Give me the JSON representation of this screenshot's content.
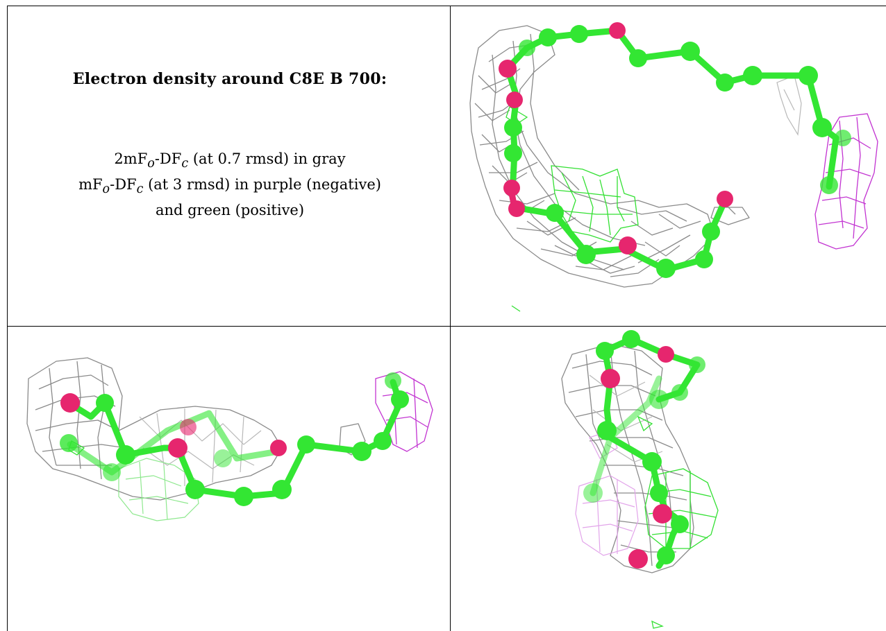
{
  "text_panel": {
    "title": "Electron density around C8E B 700:",
    "line1_prefix": "2mF",
    "line1_sub1": "o",
    "line1_mid": "-DF",
    "line1_sub2": "c",
    "line1_suffix": " (at 0.7 rmsd) in gray",
    "line2_prefix": "mF",
    "line2_sub1": "o",
    "line2_mid": "-DF",
    "line2_sub2": "c",
    "line2_suffix": " (at 3 rmsd) in purple (negative)",
    "line3": "and green (positive)"
  },
  "colors": {
    "carbon": "#33e633",
    "oxygen": "#e6266e",
    "density_2fofc": "#8a8a8a",
    "difference_negative": "#c233d1",
    "difference_positive": "#33e033"
  }
}
